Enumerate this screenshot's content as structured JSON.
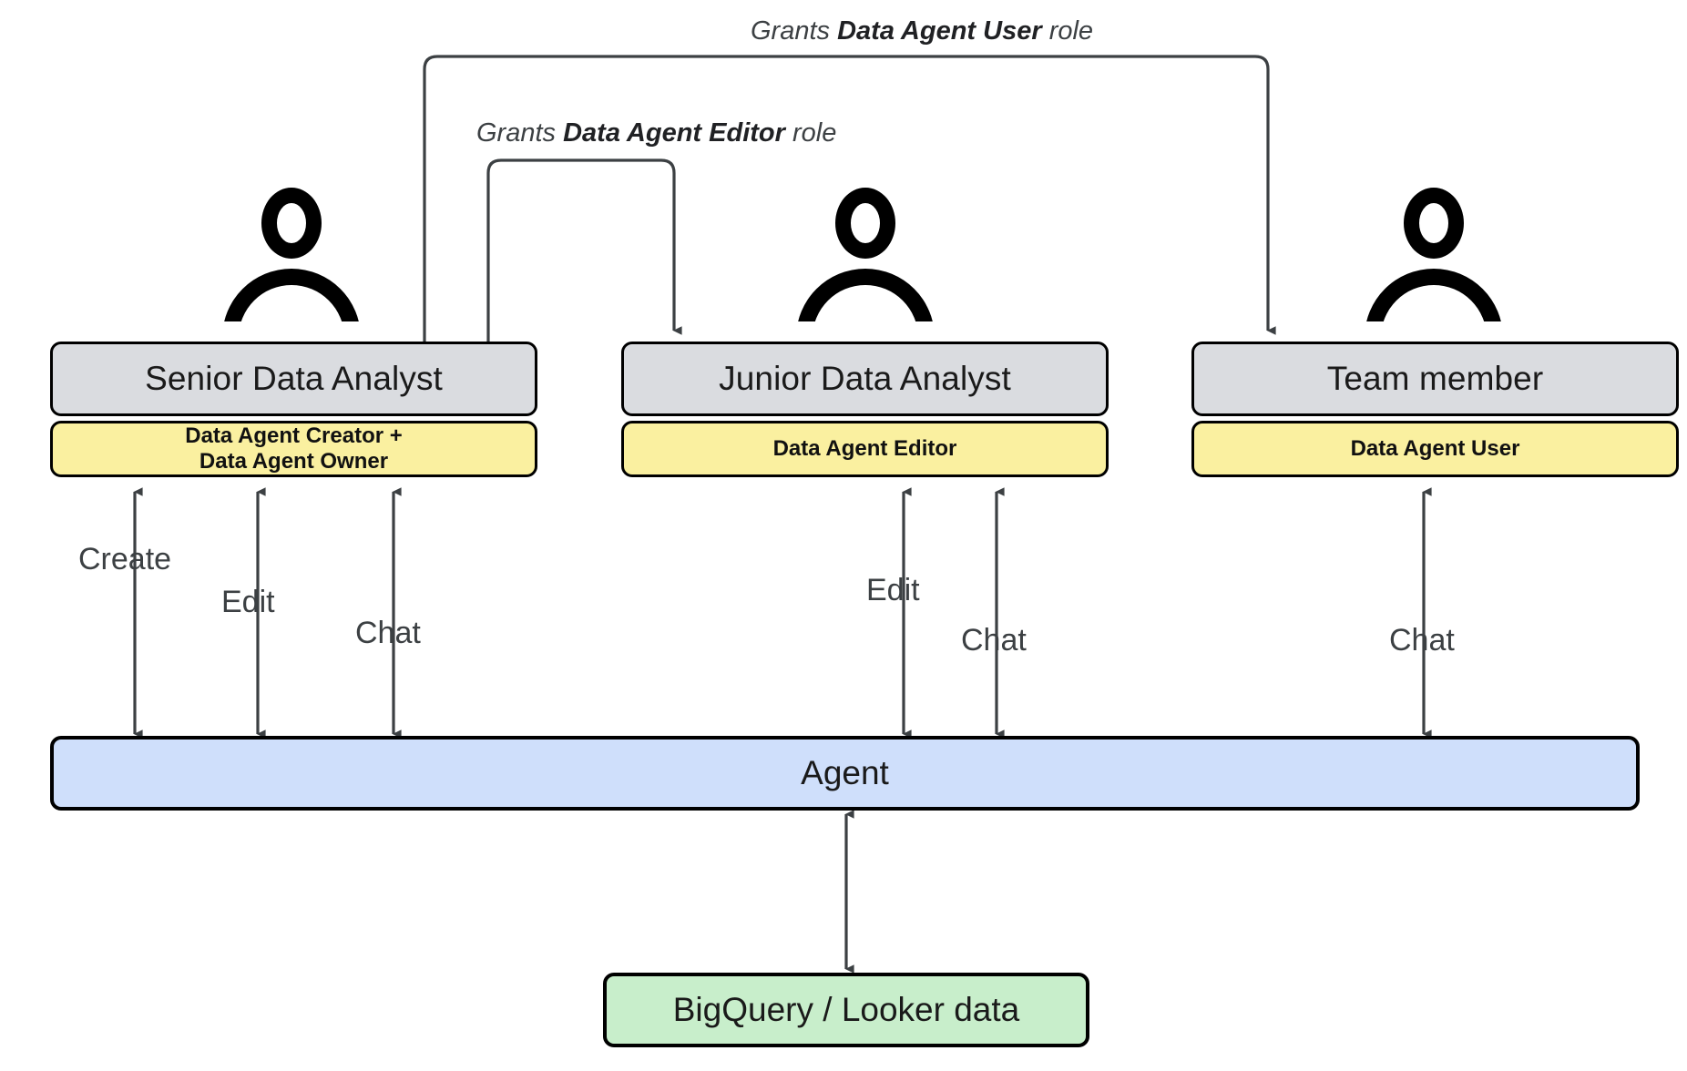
{
  "diagram": {
    "title": "Data Agent roles and permissions flow",
    "colors": {
      "title_card_bg": "#dadce0",
      "role_card_bg": "#faf0a0",
      "agent_bg": "#cfdffb",
      "data_bg": "#c8eecb",
      "connector": "#3c4043",
      "outline": "#000000"
    }
  },
  "grants": [
    {
      "prefix": "Grants ",
      "role": "Data Agent User",
      "suffix": " role"
    },
    {
      "prefix": "Grants ",
      "role": "Data Agent Editor",
      "suffix": " role"
    }
  ],
  "personas": [
    {
      "icon": "person-icon",
      "title": "Senior Data Analyst",
      "role_lines": [
        "Data Agent Creator +",
        "Data Agent Owner"
      ],
      "actions": [
        "Create",
        "Edit",
        "Chat"
      ]
    },
    {
      "icon": "person-icon",
      "title": "Junior Data Analyst",
      "role_lines": [
        "Data Agent Editor"
      ],
      "actions": [
        "Edit",
        "Chat"
      ]
    },
    {
      "icon": "person-icon",
      "title": "Team member",
      "role_lines": [
        "Data Agent User"
      ],
      "actions": [
        "Chat"
      ]
    }
  ],
  "agent": {
    "label": "Agent"
  },
  "datastore": {
    "label": "BigQuery / Looker data"
  }
}
